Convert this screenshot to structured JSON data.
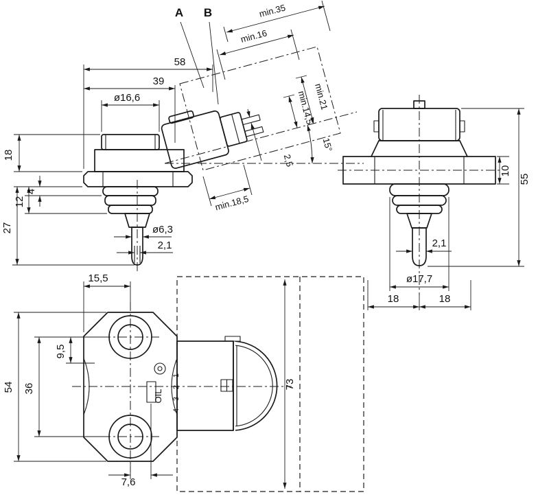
{
  "drawing": {
    "callouts": {
      "a": "A",
      "b": "B"
    },
    "side": {
      "w58": "58",
      "w39": "39",
      "dia16_6": "ø16,6",
      "h18": "18",
      "h4": "4",
      "h12": "12",
      "h27": "27",
      "dia6_3": "ø6,3",
      "w2_1": "2,1",
      "min35": "min.35",
      "min16": "min.16",
      "min21": "min.21",
      "min14_5": "min.14,5",
      "angle15": "15°",
      "t2_5": "2,5",
      "min18_5": "min.18,5"
    },
    "front": {
      "h10": "10",
      "h55": "55",
      "w2_1": "2,1",
      "dia17_7": "ø17,7",
      "w18_left": "18",
      "w18_right": "18"
    },
    "plan": {
      "w15_5": "15,5",
      "h9_5": "9,5",
      "h54": "54",
      "h36": "36",
      "w7_6": "7,6",
      "h73": "73",
      "oil": "OIL",
      "pins": [
        "1",
        "2",
        "3",
        "4"
      ]
    }
  }
}
